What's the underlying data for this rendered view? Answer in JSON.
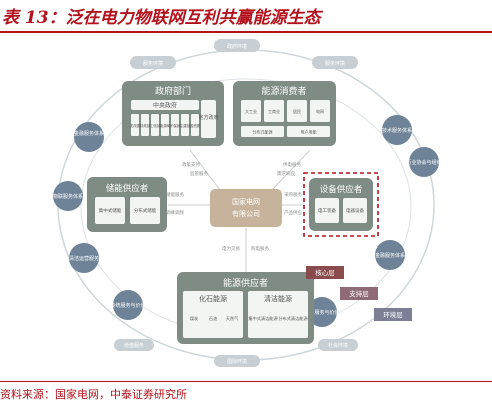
{
  "header": {
    "title": "表 13：泛在电力物联网互利共赢能源生态"
  },
  "footer": {
    "source": "资料来源：国家电网，中泰证券研究所"
  },
  "outer_ring": {
    "top": "政府环境",
    "top_left": "服务环境",
    "top_right": "服务环境",
    "left_upper": "金融服务体系",
    "left_mid": "物联服务体系",
    "left_lower": "清洁运营服务",
    "bottom_left": "传统服务与价值",
    "bottom_left2": "增值服务",
    "bottom": "国际环境",
    "bottom_right": "社会环境",
    "bottom_right2": "服务服务与价值",
    "right_upper": "技术服务体系",
    "right_mid": "行业协会与组织",
    "right_lower": "金融服务体系"
  },
  "center": {
    "line1": "国家电网",
    "line2": "有限公司"
  },
  "government": {
    "title": "政府部门",
    "central": "中央政府",
    "local": "地方政府",
    "cells": [
      "发改委",
      "财政部",
      "工信部",
      "能源局",
      "环保部",
      "住建部",
      "国资委"
    ]
  },
  "consumer": {
    "title": "能源消费者",
    "cells": [
      "大工业",
      "工商业",
      "居民",
      "电网",
      "分布式能源",
      "用户用能"
    ]
  },
  "storage": {
    "title": "储能供应者",
    "cells": [
      "集中式储能",
      "分布式储能"
    ]
  },
  "equipment": {
    "title": "设备供应者",
    "cells": [
      "电工装备",
      "电器设备"
    ]
  },
  "supplier": {
    "title": "能源供应者",
    "fossil": {
      "title": "化石能源",
      "cells": [
        "煤炭",
        "石油",
        "天然气"
      ]
    },
    "clean": {
      "title": "清洁能源",
      "cells": [
        "集中式清洁能源",
        "分布式清洁能源"
      ]
    }
  },
  "links": {
    "gov_1": "政策支持",
    "gov_2": "监管服务",
    "con_1": "供电服务",
    "con_2": "需求响应",
    "sto_1": "储能服务",
    "sto_2": "调峰调频",
    "equ_1": "采购服务",
    "equ_2": "产品供应",
    "sup_1": "电力交易",
    "sup_2": "购电服务"
  },
  "legend": {
    "core": "核心层",
    "support": "支持层",
    "environment": "环境层"
  },
  "colors": {
    "title": "#b3121c",
    "node_bg": "#7f8c84",
    "node_inner": "#f3f5f3",
    "center": "#c7b39c",
    "ring": "#cfd7db",
    "bubble": "#6f8398",
    "badge": "#8a4b4c",
    "highlight": "#b3121c"
  }
}
